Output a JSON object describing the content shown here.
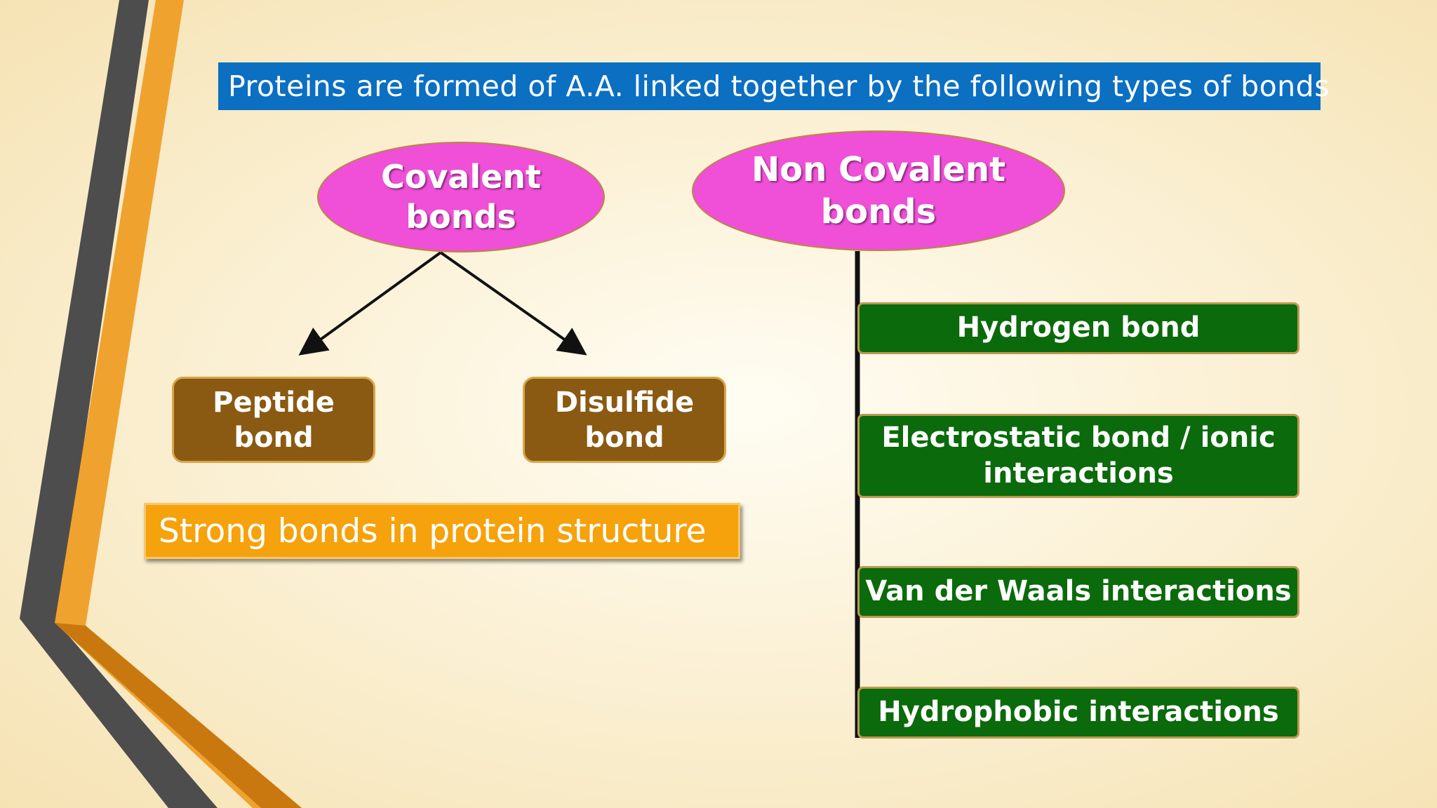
{
  "title": "Proteins  are formed of A.A. linked together by the following types of bonds",
  "covalent": {
    "label": "Covalent\nbonds",
    "children": [
      "Peptide\nbond",
      "Disulfide\nbond"
    ],
    "note": "Strong bonds in protein structure"
  },
  "non_covalent": {
    "label": "Non Covalent\nbonds",
    "children": [
      "Hydrogen bond",
      "Electrostatic bond / ionic\ninteractions",
      "Van der Waals interactions",
      "Hydrophobic interactions"
    ]
  },
  "colors": {
    "title_bg": "#0b6fc2",
    "ellipse": "#f04fd8",
    "brown_box": "#8a5a12",
    "note_box": "#f5a20c",
    "green_box": "#0b6a0b",
    "deco_dark": "#4a4a4a",
    "deco_orange": "#f0a22e"
  }
}
